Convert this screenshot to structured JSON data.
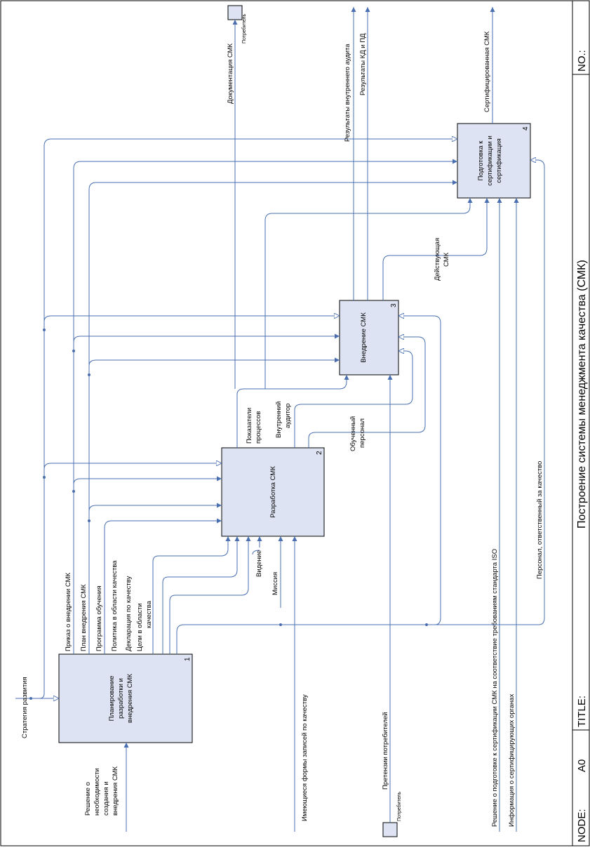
{
  "frame": {
    "node_label": "NODE:",
    "node_value": "A0",
    "title_label": "TITLE:",
    "title_value": "Построение системы менеджмента качества (СМК)",
    "no_label": "NO.:"
  },
  "boxes": [
    {
      "id": "1",
      "label": [
        "Планирование",
        "разработки и",
        "внедрения СМК"
      ]
    },
    {
      "id": "2",
      "label": [
        "Разработка СМК"
      ]
    },
    {
      "id": "3",
      "label": [
        "Внедрение СМК"
      ]
    },
    {
      "id": "4",
      "label": [
        "Подготовка к",
        "сертификации и",
        "сертификация"
      ]
    }
  ],
  "tunnels": {
    "consumer_top": "Потребитель",
    "consumer_bottom": "Потребитель"
  },
  "arrows": {
    "strategy": "Стратегия развития",
    "decision_need": [
      "Решение о",
      "необходимости",
      "создания и",
      "внедрения СМК"
    ],
    "order": "Приказ о внедрении СМК",
    "plan": "План внедрения СМК",
    "training": "Программа обучения",
    "policy": "Политика в области качества",
    "declaration": "Декларация по качеству",
    "goals": [
      "Цели в области",
      "качества"
    ],
    "vision": "Видение",
    "mission": "Миссия",
    "record_forms": "Имеющиеся формы записей по качеству",
    "claims": "Претензии потребителей",
    "cert_decision": "Решение о подготовке к сертификации СМК на соответствие требованиям стандарта ISO",
    "cert_info": "Информация о сертифицирующих органах",
    "personnel": "Персонал, ответственный за качество",
    "process_indicators": [
      "Показатели",
      "процессов"
    ],
    "internal_auditor": [
      "Внутренний",
      "аудитор"
    ],
    "trained_staff": [
      "Обученный",
      "персонал"
    ],
    "active_qms": [
      "Действующая",
      "СМК"
    ],
    "qms_docs": "Документация СМК",
    "audit_results": "Результаты внутреннего аудита",
    "kd_pd_results": "Результаты КД и ПД",
    "certified_qms": "Сертифицированная СМК"
  }
}
